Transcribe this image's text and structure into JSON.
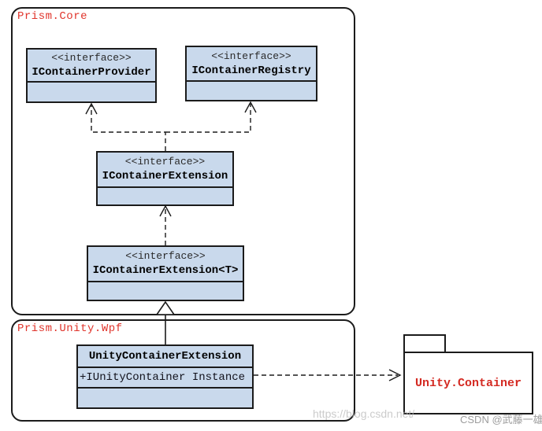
{
  "packages": {
    "core": {
      "label": "Prism.Core"
    },
    "unity_wpf": {
      "label": "Prism.Unity.Wpf"
    },
    "unity_container": {
      "label": "Unity.Container"
    }
  },
  "classes": {
    "provider": {
      "stereotype": "<<interface>>",
      "name": "IContainerProvider"
    },
    "registry": {
      "stereotype": "<<interface>>",
      "name": "IContainerRegistry"
    },
    "extension": {
      "stereotype": "<<interface>>",
      "name": "IContainerExtension"
    },
    "extension_t": {
      "stereotype": "<<interface>>",
      "name": "IContainerExtension<T>"
    },
    "unity_extension": {
      "name": "UnityContainerExtension",
      "attribute": "+IUnityContainer Instance"
    }
  },
  "relationships": [
    {
      "from": "IContainerExtension",
      "to": "IContainerProvider",
      "type": "dashed-dependency"
    },
    {
      "from": "IContainerExtension",
      "to": "IContainerRegistry",
      "type": "dashed-dependency"
    },
    {
      "from": "IContainerExtension<T>",
      "to": "IContainerExtension",
      "type": "dashed-dependency"
    },
    {
      "from": "UnityContainerExtension",
      "to": "IContainerExtension<T>",
      "type": "generalization"
    },
    {
      "from": "UnityContainerExtension",
      "to": "Unity.Container",
      "type": "dashed-dependency"
    }
  ],
  "colors": {
    "class_fill": "#c9d9ec",
    "line_and_border": "#1b1b1b",
    "package_label_red": "#e0342b",
    "unity_container_red": "#d42a22",
    "background": "#ffffff"
  },
  "watermark": {
    "url": "https://blog.csdn.net/",
    "credit": "CSDN @武藤一雄"
  }
}
